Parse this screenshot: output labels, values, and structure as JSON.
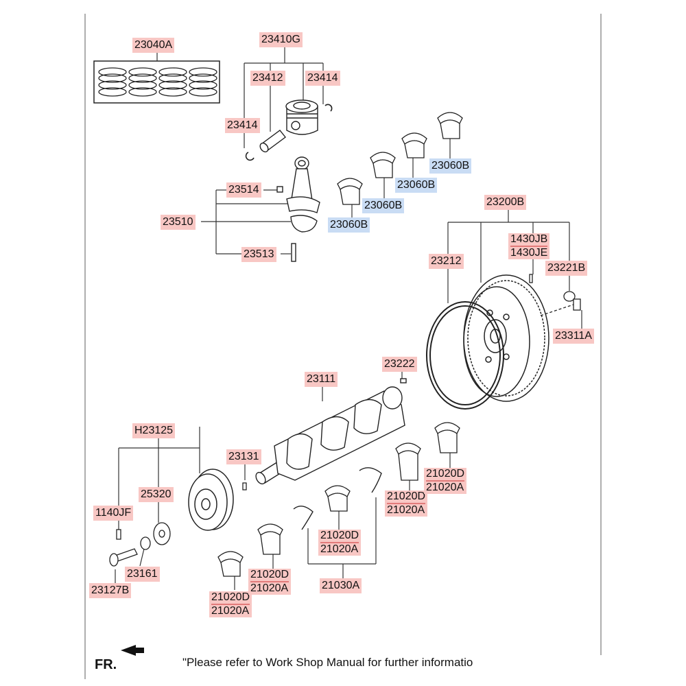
{
  "labels": {
    "piston_ring_set": "23040A",
    "piston_assembly": "23410G",
    "piston_pin": "23412",
    "snap_ring_right": "23414",
    "snap_ring_left": "23414",
    "rod_nut": "23514",
    "connecting_rod_assembly": "23510",
    "rod_bolt": "23513",
    "rod_bearing_1": "23060B",
    "rod_bearing_2": "23060B",
    "rod_bearing_3": "23060B",
    "rod_bearing_4": "23060B",
    "flywheel_assembly": "23200B",
    "ring_gear": "23212",
    "bolt_1430jb": "1430JB",
    "bolt_1430je": "1430JE",
    "washer_23221b": "23221B",
    "flywheel_bolt": "23311A",
    "dowel_pin": "23222",
    "crankshaft": "23111",
    "damper_pulley": "H23125",
    "pin_23131": "23131",
    "key_25320": "25320",
    "bolt_1140jf": "1140JF",
    "washer_23161": "23161",
    "crank_bolt": "23127B",
    "thrust_bearing": "21030A"
  },
  "main_bearings": [
    {
      "upper": "21020D",
      "lower": "21020A"
    },
    {
      "upper": "21020D",
      "lower": "21020A"
    },
    {
      "upper": "21020D",
      "lower": "21020A"
    },
    {
      "upper": "21020D",
      "lower": "21020A"
    },
    {
      "upper": "21020D",
      "lower": "21020A"
    }
  ],
  "footer": {
    "front_marker": "FR.",
    "note": "\"Please refer to Work Shop Manual for further informatio"
  },
  "colors": {
    "part_label_bg": "#f8c7c4",
    "selected_label_bg": "#c9dcf4",
    "line": "#333333"
  }
}
